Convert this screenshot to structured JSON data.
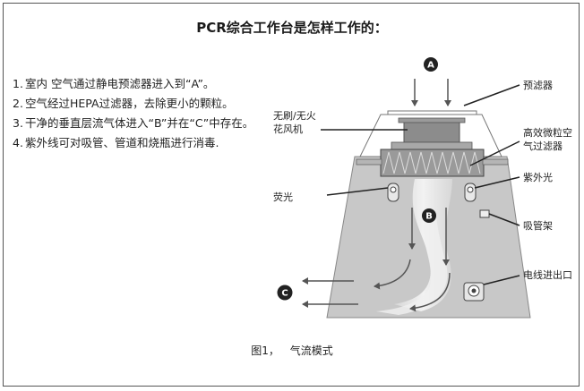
{
  "title": "PCR综合工作台是怎样工作的：",
  "steps": [
    {
      "num": "1.",
      "text": "室内 空气通过静电预滤器进入到“A”。"
    },
    {
      "num": "2.",
      "text": "空气经过HEPA过滤器，去除更小的颗粒。"
    },
    {
      "num": "3.",
      "text": "干净的垂直层流气体进入“B”并在“C”中存在。"
    },
    {
      "num": "4.",
      "text": "紫外线可对吸管、管道和烧瓶进行消毒."
    }
  ],
  "labels": {
    "prefilter": "预滤器",
    "fan_line1": "无刷/无火",
    "fan_line2": "花风机",
    "hepa_line1": "高效微粒空",
    "hepa_line2": "气过滤器",
    "uv": "紫外光",
    "fluorescent": "荧光",
    "pipette_rack": "吸管架",
    "cord_port": "电线进出口"
  },
  "markers": {
    "a": "A",
    "b": "B",
    "c": "C"
  },
  "caption": {
    "figure": "图1，",
    "text": "气流模式"
  },
  "colors": {
    "cabinet": "#c8c8c8",
    "dark": "#1a1a1a",
    "badge": "#222222"
  }
}
